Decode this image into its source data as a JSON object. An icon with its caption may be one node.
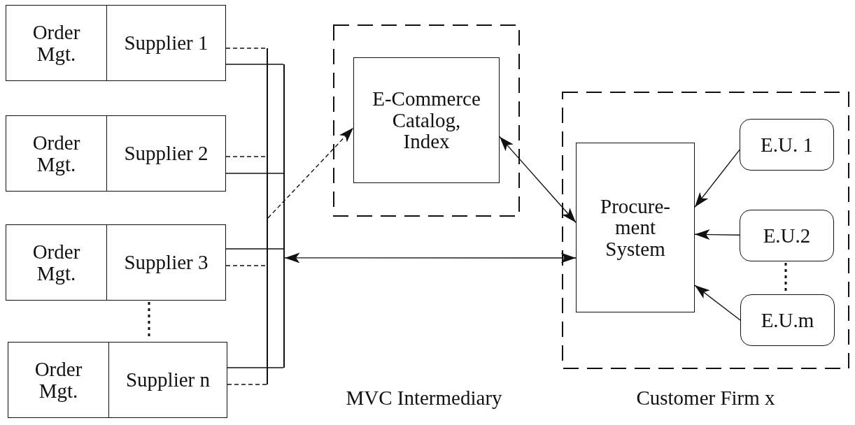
{
  "diagram": {
    "nodes": [
      {
        "text": [
          "Order Mgt."
        ]
      },
      {
        "text": [
          "Supplier 1"
        ]
      },
      {
        "text": [
          "Order Mgt."
        ]
      },
      {
        "text": [
          "Supplier 2"
        ]
      },
      {
        "text": [
          "Order Mgt."
        ]
      },
      {
        "text": [
          "Supplier 3"
        ]
      },
      {
        "text": [
          "Order Mgt."
        ]
      },
      {
        "text": [
          "Supplier n"
        ]
      },
      {
        "text": [],
        "shape": "box"
      },
      {
        "text": [
          "E-Commerce Catalog, Index"
        ],
        "in": 8
      },
      {
        "text": [],
        "shape": "box",
        "beside": [
          "Customer Firm x"
        ]
      },
      {
        "text": [
          "Procure- ment System"
        ],
        "in": 10
      },
      {
        "text": [
          "E.U. 1"
        ],
        "in": 10
      },
      {
        "text": [
          "E.U.2"
        ],
        "in": 10
      },
      {
        "text": [
          "E.U.m"
        ],
        "in": 10
      },
      {
        "text": [],
        "shape": "bar"
      },
      {
        "text": [],
        "shape": "bar"
      }
    ],
    "edges": [
      {
        "from": 1,
        "to": 16,
        "arrow": "none"
      },
      {
        "from": 3,
        "to": 16,
        "arrow": "none"
      },
      {
        "from": 5,
        "to": 16,
        "arrow": "none"
      },
      {
        "from": 7,
        "to": 16,
        "arrow": "none"
      },
      {
        "from": 1,
        "to": 15,
        "arrow": "none",
        "style": "dashed"
      },
      {
        "from": 3,
        "to": 15,
        "arrow": "none",
        "style": "dashed"
      },
      {
        "from": 5,
        "to": 15,
        "arrow": "none",
        "style": "dashed"
      },
      {
        "from": 7,
        "to": 15,
        "arrow": "none",
        "style": "dashed"
      },
      {
        "from": 16,
        "to": 11,
        "arrow": "both"
      },
      {
        "from": 15,
        "to": 9,
        "arrow": "to",
        "style": "dashed"
      },
      {
        "from": 9,
        "to": 11,
        "arrow": "both"
      },
      {
        "from": 12,
        "to": 11,
        "arrow": "to"
      },
      {
        "from": 13,
        "to": 11,
        "arrow": "to"
      },
      {
        "from": 14,
        "to": 11,
        "arrow": "to"
      }
    ],
    "labels": [
      "MVC Intermediary"
    ]
  }
}
